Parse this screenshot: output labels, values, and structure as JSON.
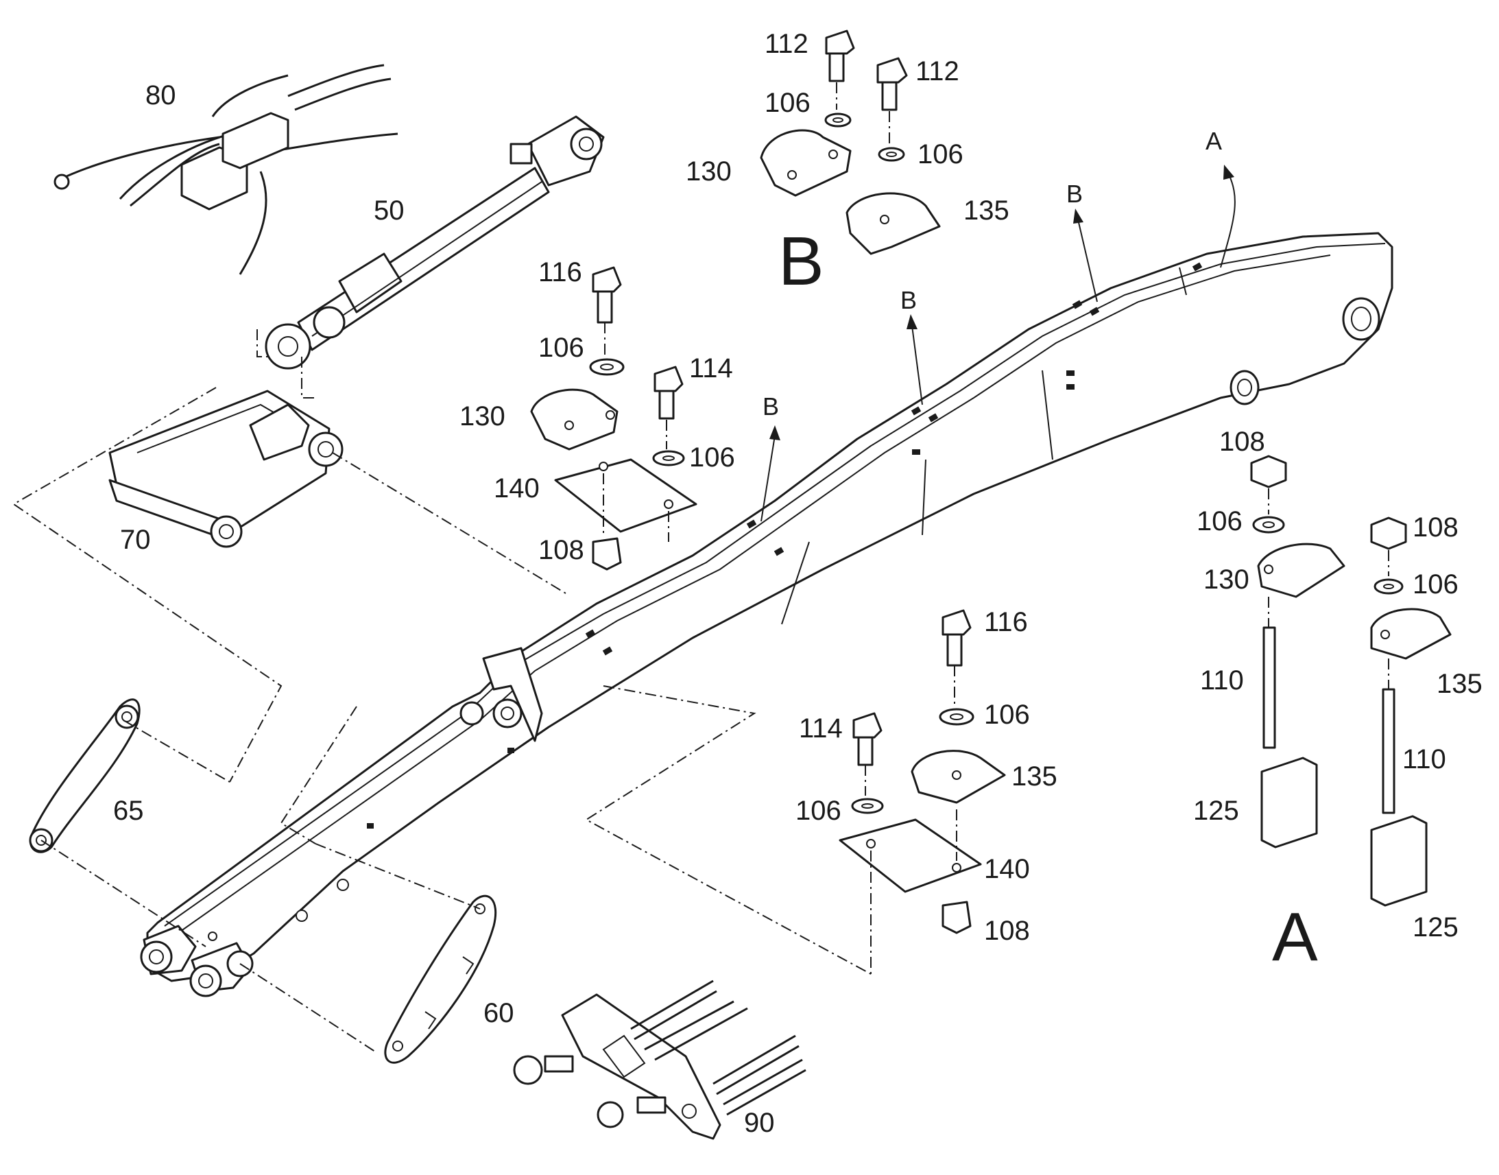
{
  "labels": {
    "hydraulic_block": "80",
    "boom_cylinder": "50",
    "cylinder_bracket": "70",
    "link_left": "65",
    "link_right": "60",
    "hose_bracket": "90",
    "bolt_112_a": "112",
    "bolt_112_b": "112",
    "washer_106_b1": "106",
    "washer_106_b2": "106",
    "clamp_130_b": "130",
    "clamp_135_b": "135",
    "bolt_116_a": "116",
    "washer_106_a": "106",
    "bolt_114_a": "114",
    "clamp_130_a": "130",
    "washer_106_c": "106",
    "plate_140_a": "140",
    "nut_108_a": "108",
    "bolt_116_b": "116",
    "washer_106_d": "106",
    "bolt_114_b": "114",
    "clamp_135_c": "135",
    "washer_106_e": "106",
    "plate_140_b": "140",
    "nut_108_b": "108",
    "nut_108_c": "108",
    "washer_106_f": "106",
    "clamp_130_c": "130",
    "nut_108_d": "108",
    "washer_106_g": "106",
    "rod_110_a": "110",
    "clamp_135_d": "135",
    "rod_110_b": "110",
    "block_125_a": "125",
    "block_125_b": "125"
  },
  "detail_views": {
    "detail_b": "B",
    "detail_a": "A"
  },
  "callouts": {
    "arrow_b1": "B",
    "arrow_b2": "B",
    "arrow_b3": "B",
    "arrow_a": "A"
  }
}
